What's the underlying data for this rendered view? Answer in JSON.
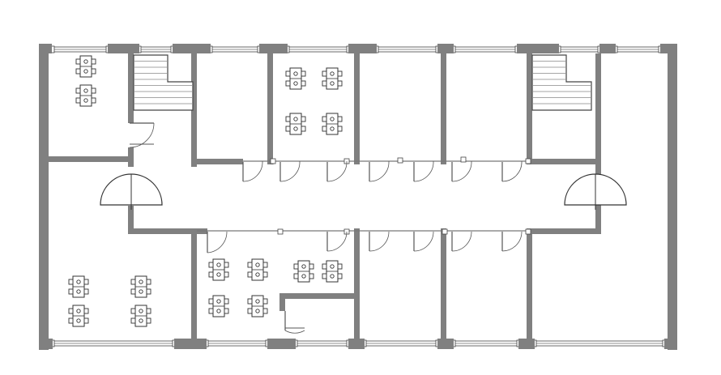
{
  "plan": {
    "type": "office-floor-plan",
    "colors": {
      "wall": "#808080",
      "background": "#ffffff",
      "linework": "#333333"
    },
    "symbols": {
      "window": "window-symbol",
      "door": "swing-door-symbol",
      "staircase": "staircase-symbol",
      "table_set": "desk-with-chairs-symbol",
      "dome_entrance": "semicircle-entrance-symbol"
    }
  }
}
